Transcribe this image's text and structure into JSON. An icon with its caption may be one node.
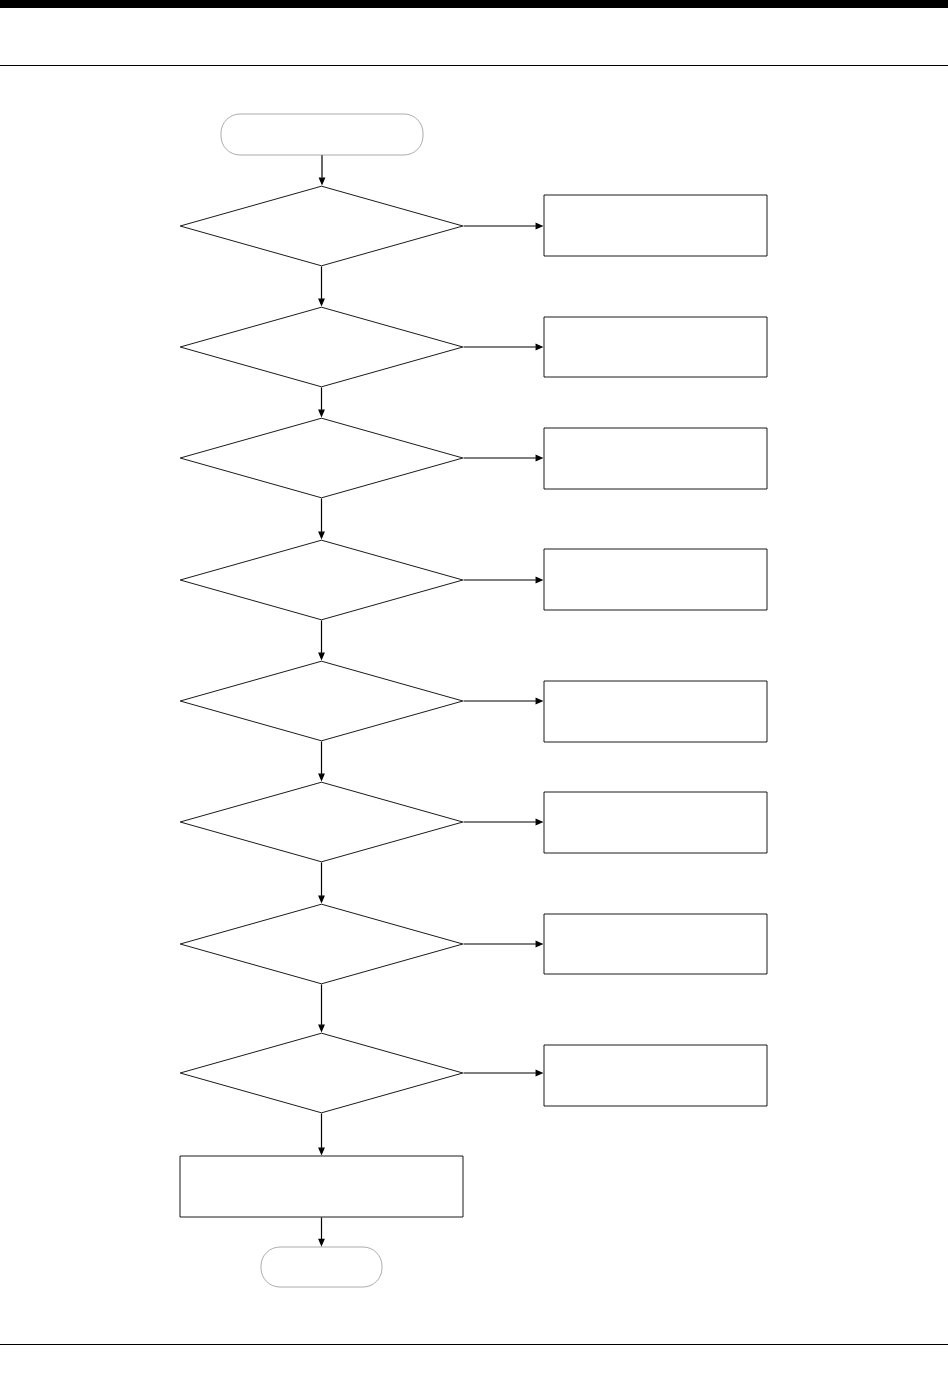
{
  "diagram": {
    "nodes": [
      {
        "text": [],
        "shape": "oval"
      },
      {
        "text": [],
        "shape": "diamond"
      },
      {
        "text": [],
        "shape": "box"
      },
      {
        "text": [],
        "shape": "diamond"
      },
      {
        "text": [],
        "shape": "box"
      },
      {
        "text": [],
        "shape": "diamond"
      },
      {
        "text": [],
        "shape": "box"
      },
      {
        "text": [],
        "shape": "diamond"
      },
      {
        "text": [],
        "shape": "box"
      },
      {
        "text": [],
        "shape": "diamond"
      },
      {
        "text": [],
        "shape": "box"
      },
      {
        "text": [],
        "shape": "diamond"
      },
      {
        "text": [],
        "shape": "box"
      },
      {
        "text": [],
        "shape": "diamond"
      },
      {
        "text": [],
        "shape": "box"
      },
      {
        "text": [],
        "shape": "diamond"
      },
      {
        "text": [],
        "shape": "box"
      },
      {
        "text": [],
        "shape": "box"
      },
      {
        "text": [],
        "shape": "oval"
      }
    ],
    "edges": [
      {
        "from": 0,
        "to": 1,
        "arrow": "to"
      },
      {
        "from": 1,
        "to": 2,
        "arrow": "to"
      },
      {
        "from": 1,
        "to": 3,
        "arrow": "to"
      },
      {
        "from": 3,
        "to": 4,
        "arrow": "to"
      },
      {
        "from": 3,
        "to": 5,
        "arrow": "to"
      },
      {
        "from": 5,
        "to": 6,
        "arrow": "to"
      },
      {
        "from": 5,
        "to": 7,
        "arrow": "to"
      },
      {
        "from": 7,
        "to": 8,
        "arrow": "to"
      },
      {
        "from": 7,
        "to": 9,
        "arrow": "to"
      },
      {
        "from": 9,
        "to": 10,
        "arrow": "to"
      },
      {
        "from": 9,
        "to": 11,
        "arrow": "to"
      },
      {
        "from": 11,
        "to": 12,
        "arrow": "to"
      },
      {
        "from": 11,
        "to": 13,
        "arrow": "to"
      },
      {
        "from": 13,
        "to": 14,
        "arrow": "to"
      },
      {
        "from": 13,
        "to": 15,
        "arrow": "to"
      },
      {
        "from": 15,
        "to": 16,
        "arrow": "to"
      },
      {
        "from": 15,
        "to": 17,
        "arrow": "to"
      },
      {
        "from": 17,
        "to": 18,
        "arrow": "to"
      }
    ]
  }
}
